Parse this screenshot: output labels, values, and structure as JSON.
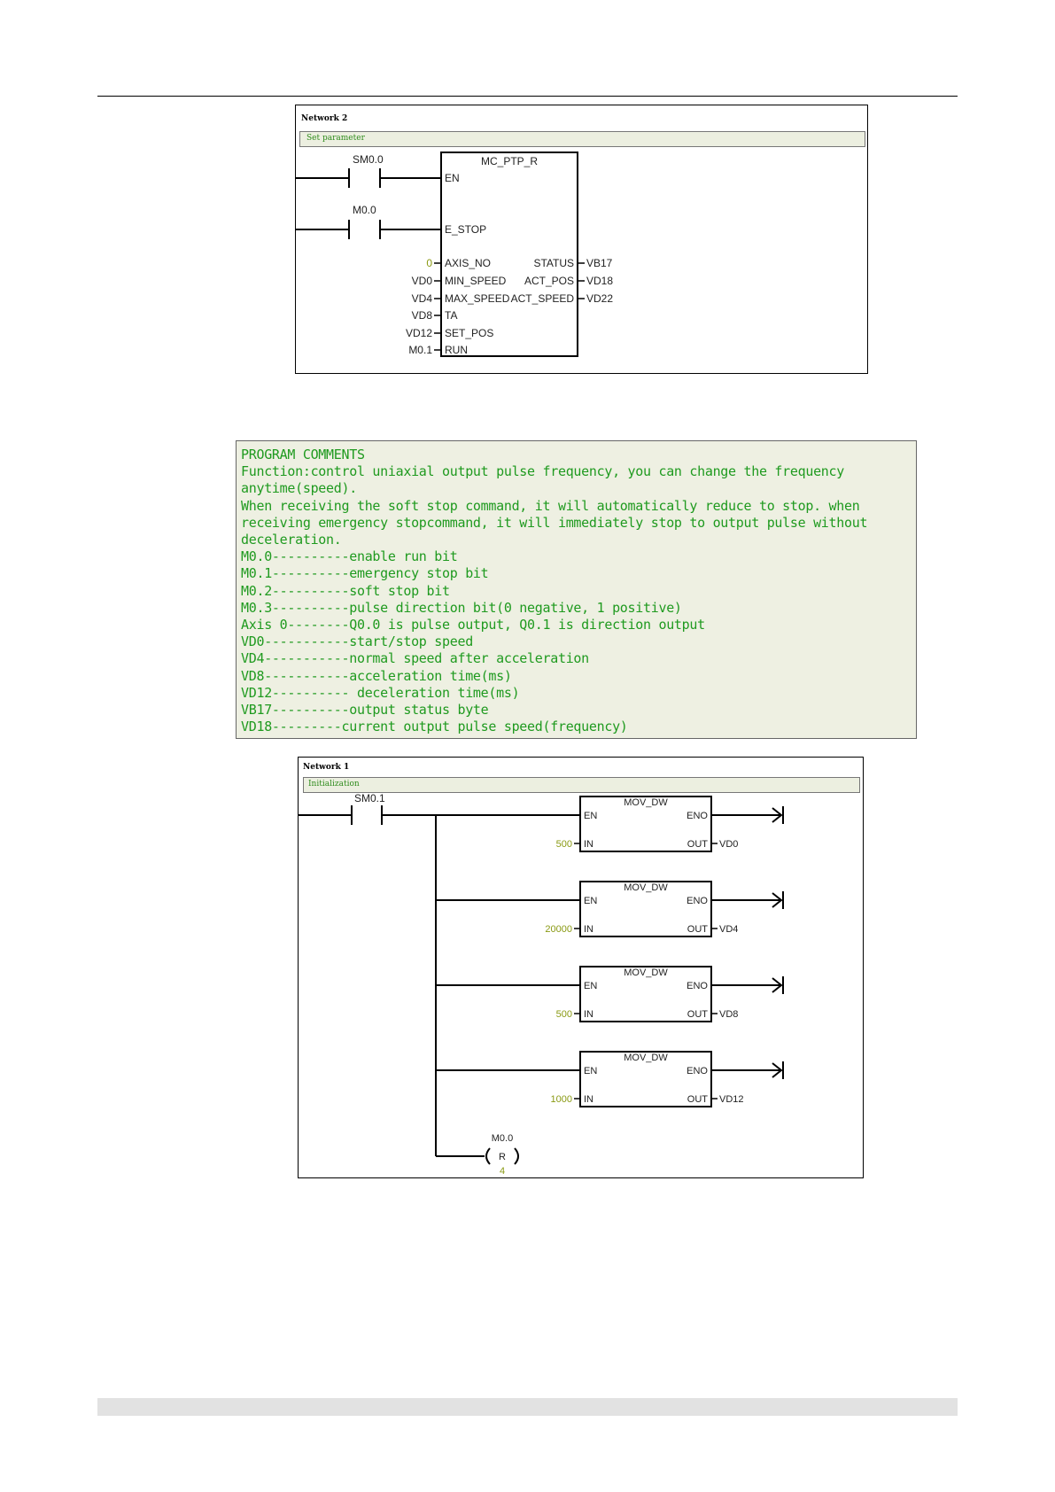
{
  "network2": {
    "title": "Network 2",
    "comment": "Set parameter",
    "contact1": "SM0.0",
    "contact2": "M0.0",
    "block": {
      "name": "MC_PTP_R",
      "inputs": [
        "EN",
        "E_STOP",
        "AXIS_NO",
        "MIN_SPEED",
        "MAX_SPEED",
        "TA",
        "SET_POS",
        "RUN"
      ],
      "outputs": [
        "STATUS",
        "ACT_POS",
        "ACT_SPEED"
      ],
      "input_values": [
        "0",
        "VD0",
        "VD4",
        "VD8",
        "VD12",
        "M0.1"
      ],
      "output_values": [
        "VB17",
        "VD18",
        "VD22"
      ]
    }
  },
  "program_comments": {
    "lines": [
      "PROGRAM COMMENTS",
      "Function:control uniaxial output pulse frequency, you can change the frequency",
      "anytime(speed).",
      "When receiving the soft stop command, it will automatically reduce to stop. when",
      "receiving emergency stopcommand, it will immediately stop to output pulse without",
      "deceleration.",
      "M0.0----------enable run bit",
      "M0.1----------emergency stop bit",
      "M0.2----------soft stop bit",
      "M0.3----------pulse direction bit(0 negative, 1 positive)",
      "Axis 0--------Q0.0 is pulse output, Q0.1 is direction output",
      "VD0-----------start/stop speed",
      "VD4-----------normal speed after acceleration",
      "VD8-----------acceleration time(ms)",
      "VD12---------- deceleration time(ms)",
      "VB17----------output status byte",
      "VD18---------current output pulse speed(frequency)"
    ]
  },
  "network1": {
    "title": "Network 1",
    "comment": "Initialization",
    "contact": "SM0.1",
    "blocks": [
      {
        "name": "MOV_DW",
        "en": "EN",
        "eno": "ENO",
        "in": "IN",
        "out": "OUT",
        "in_value": "500",
        "out_value": "VD0"
      },
      {
        "name": "MOV_DW",
        "en": "EN",
        "eno": "ENO",
        "in": "IN",
        "out": "OUT",
        "in_value": "20000",
        "out_value": "VD4"
      },
      {
        "name": "MOV_DW",
        "en": "EN",
        "eno": "ENO",
        "in": "IN",
        "out": "OUT",
        "in_value": "500",
        "out_value": "VD8"
      },
      {
        "name": "MOV_DW",
        "en": "EN",
        "eno": "ENO",
        "in": "IN",
        "out": "OUT",
        "in_value": "1000",
        "out_value": "VD12"
      }
    ],
    "reset_coil": {
      "address": "M0.0",
      "type": "R",
      "count": "4"
    }
  }
}
